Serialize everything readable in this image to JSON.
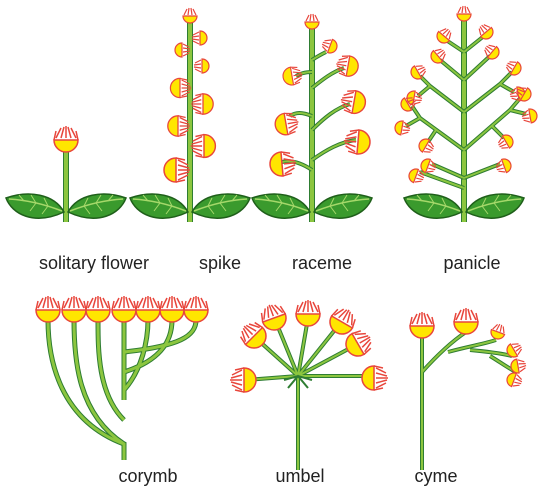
{
  "labels": {
    "solitary": "solitary flower",
    "spike": "spike",
    "raceme": "raceme",
    "panicle": "panicle",
    "corymb": "corymb",
    "umbel": "umbel",
    "cyme": "cyme"
  },
  "colors": {
    "stem": "#8cc63f",
    "stem_outline": "#2e7d32",
    "petal_fill": "#ffe600",
    "petal_outline": "#e8463c",
    "stamen": "#e8463c",
    "leaf_fill": "#3a9a2d",
    "leaf_outline": "#1f5f1a",
    "leaf_vein": "#a5d86a",
    "text": "#222222"
  }
}
